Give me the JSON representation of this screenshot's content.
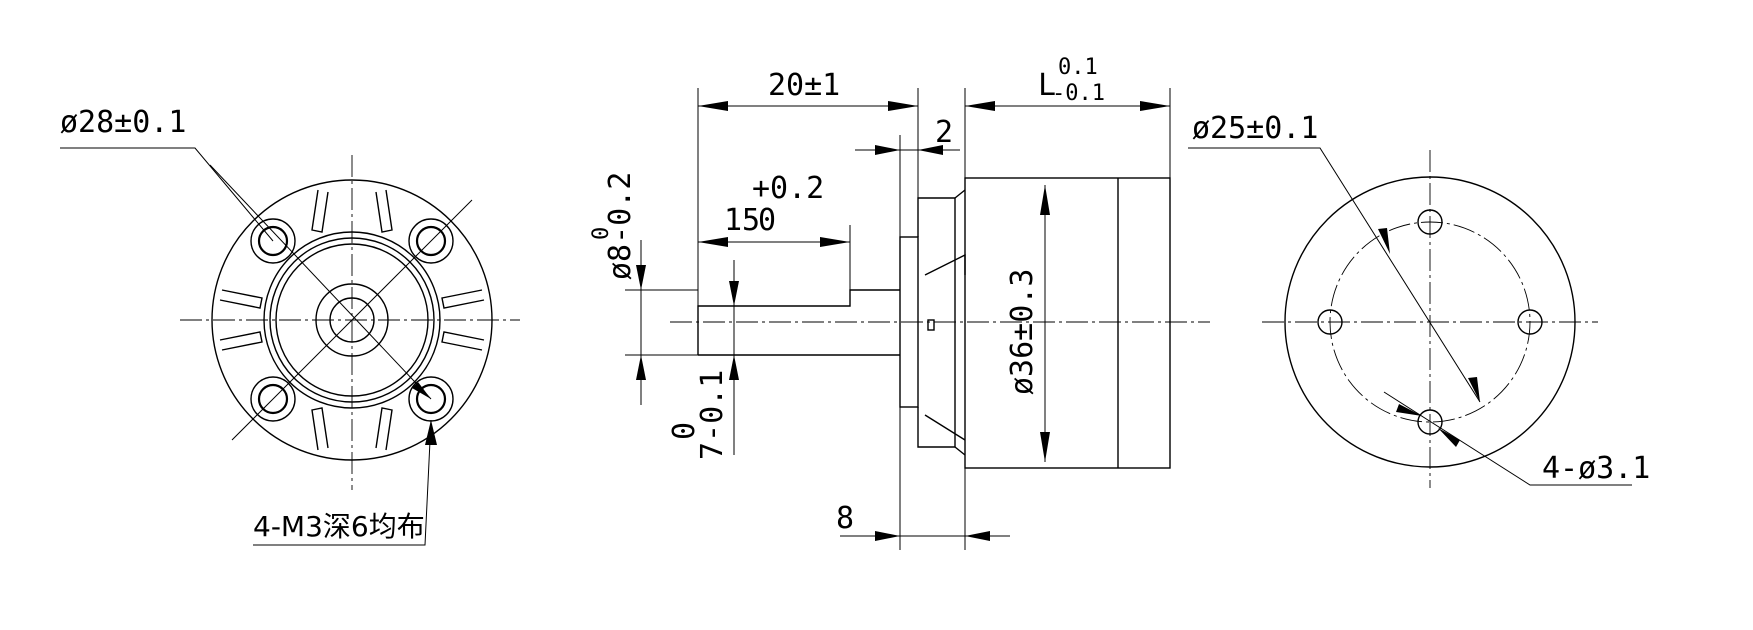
{
  "front_view": {
    "dia_label": "ø28±0.1",
    "thread_label": "4-M3深6均布"
  },
  "side_view": {
    "length_20": "20±1",
    "length_L": "L",
    "length_L_tol_upper": "0.1",
    "length_L_tol_lower": "-0.1",
    "dim_2": "2",
    "flat_len": "15",
    "flat_len_tol_upper": "+0.2",
    "flat_len_tol_lower": "0",
    "shaft_dia": "ø8-0.2",
    "shaft_dia_tol_upper": "0",
    "flat_height": "7-0.1",
    "flat_height_tol_upper": "0",
    "body_dia": "ø36±0.3",
    "dim_8": "8"
  },
  "rear_view": {
    "pcd_label": "ø25±0.1",
    "holes_label": "4-ø3.1"
  }
}
